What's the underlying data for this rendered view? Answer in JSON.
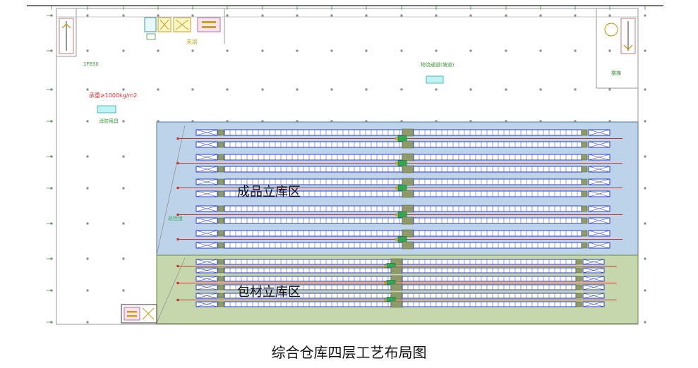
{
  "caption": "综合仓库四层工艺布局图",
  "zones": {
    "finished": {
      "label": "成品立库区",
      "color": "#bcd3ea"
    },
    "packaging": {
      "label": "包材立库区",
      "color": "#c7d7ad"
    }
  },
  "plan_texts": {
    "mezzanine": "夹层",
    "room_left": "1F630",
    "load": "承重≥1000kg/m2",
    "sign_left": "消防用具",
    "dock": "物流通道(坡道)",
    "room_right": "楼梯",
    "aisle": "巡检道"
  },
  "colors": {
    "rack": "#2b3dd6",
    "stacker": "#2fa84f",
    "rail": "#c8352f",
    "grid": "#3a9a3a",
    "frame": "#7a7a7a"
  },
  "layout_counts": {
    "finished_rack_rows": 10,
    "packaging_rack_rows": 6
  }
}
